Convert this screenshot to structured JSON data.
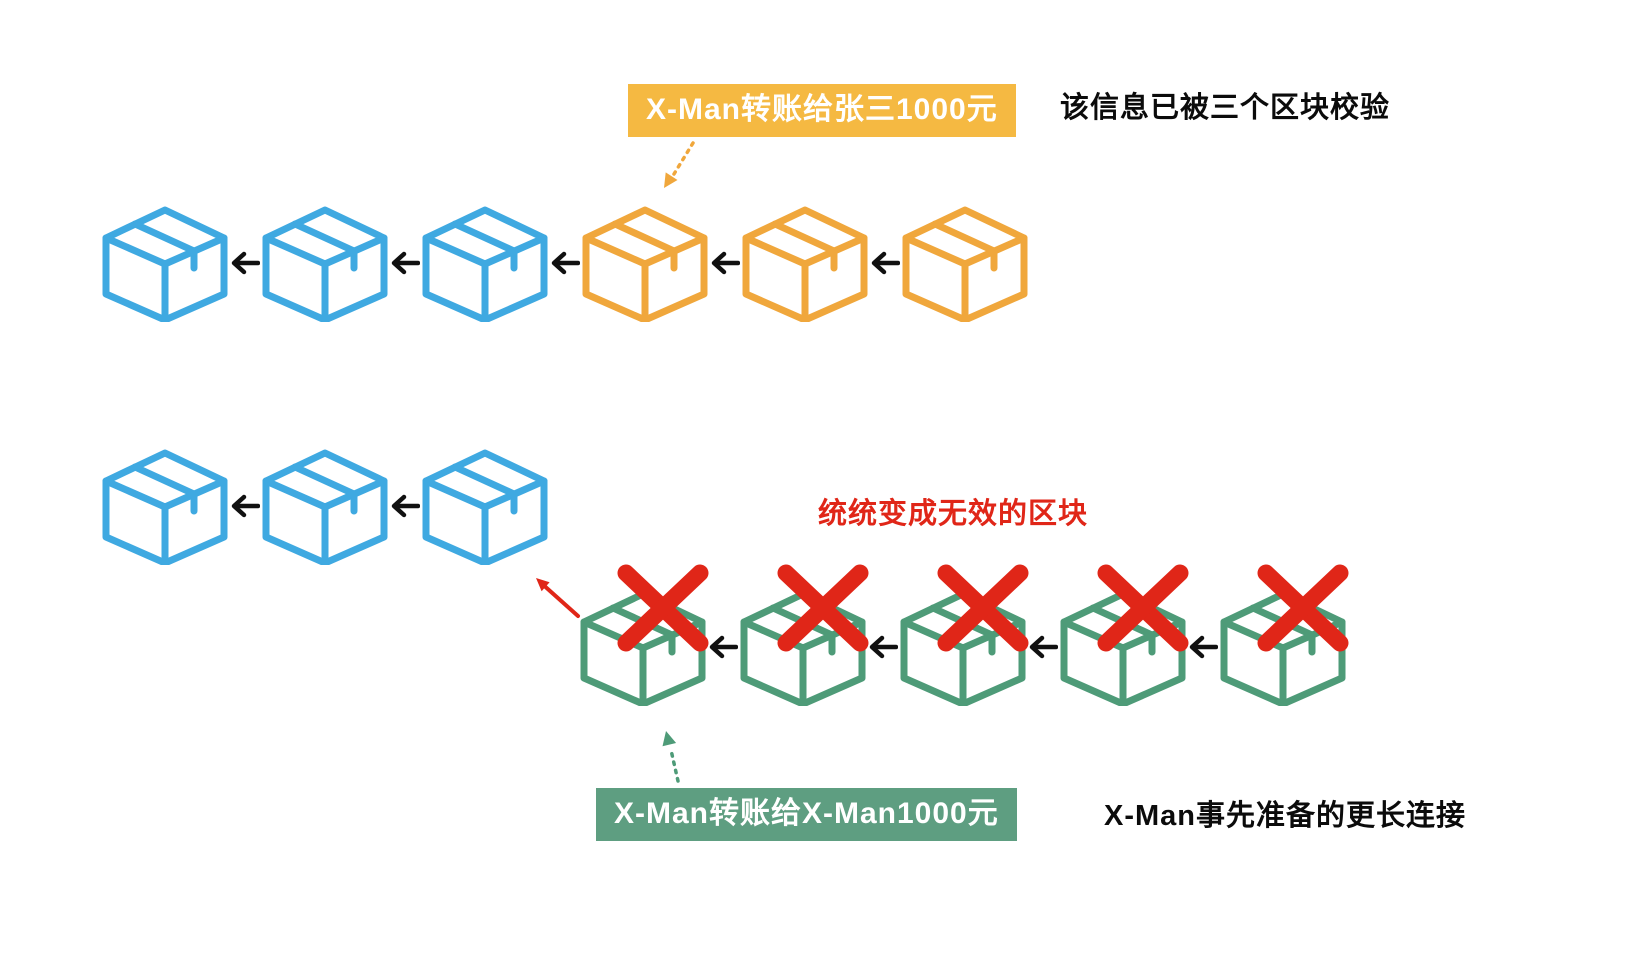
{
  "colors": {
    "blue": "#3FA9E1",
    "orange": "#F0A73C",
    "green": "#4E9B78",
    "red": "#E02618",
    "arrow_black": "#111111",
    "label_orange_bg": "#F5B942",
    "label_green_bg": "#5E9E81",
    "note_black": "#0B0B0B"
  },
  "annotations": {
    "transfer_to_zhangsan": "X-Man转账给张三1000元",
    "verified_by_three_blocks": "该信息已被三个区块校验",
    "invalid_blocks": "统统变成无效的区块",
    "transfer_to_self": "X-Man转账给X-Man1000元",
    "longer_chain_prepared": "X-Man事先准备的更长连接"
  },
  "chains": {
    "main_chain": {
      "blocks": [
        {
          "color": "blue"
        },
        {
          "color": "blue"
        },
        {
          "color": "blue"
        },
        {
          "color": "orange"
        },
        {
          "color": "orange"
        },
        {
          "color": "orange"
        }
      ]
    },
    "valid_chain": {
      "blocks": [
        {
          "color": "blue"
        },
        {
          "color": "blue"
        },
        {
          "color": "blue"
        }
      ]
    },
    "invalid_chain": {
      "blocks": [
        {
          "color": "green",
          "crossed": true
        },
        {
          "color": "green",
          "crossed": true
        },
        {
          "color": "green",
          "crossed": true
        },
        {
          "color": "green",
          "crossed": true
        },
        {
          "color": "green",
          "crossed": true
        }
      ]
    }
  }
}
